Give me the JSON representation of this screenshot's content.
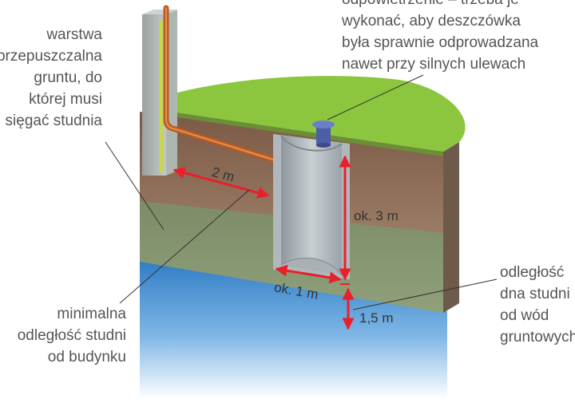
{
  "labels": {
    "top_right": [
      "odpowietrzenie – trzeba je",
      "wykonać, aby deszczówka",
      "była sprawnie odprowadzana",
      "nawet przy silnych ulewach"
    ],
    "top_left": [
      "warstwa",
      "przepuszczalna",
      "gruntu, do",
      "której musi",
      "sięgać studnia"
    ],
    "bottom_left": [
      "minimalna",
      "odległość studni",
      "od budynku"
    ],
    "bottom_right": [
      "odległość",
      "dna studni",
      "od wód",
      "gruntowych"
    ]
  },
  "dimensions": {
    "distance_building": "2 m",
    "well_depth": "ok. 3 m",
    "well_diameter": "ok. 1 m",
    "groundwater_distance": "1,5 m"
  },
  "colors": {
    "arrow": "#e8202a",
    "grass": "#8cc63f",
    "soil": "#8a6a55",
    "groundwater": "#3a86c8",
    "concrete": "#b9c1c6",
    "pipe": "#c8682a"
  }
}
